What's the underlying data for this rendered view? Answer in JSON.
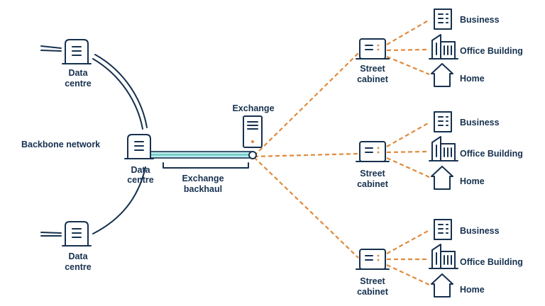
{
  "labels": {
    "backbone": "Backbone network",
    "data_centre_top": [
      "Data",
      "centre"
    ],
    "data_centre_mid": [
      "Data",
      "centre"
    ],
    "data_centre_bottom": [
      "Data",
      "centre"
    ],
    "exchange": "Exchange",
    "exchange_backhaul": [
      "Exchange",
      "backhaul"
    ],
    "cabinets": [
      [
        "Street",
        "cabinet"
      ],
      [
        "Street",
        "cabinet"
      ],
      [
        "Street",
        "cabinet"
      ]
    ],
    "endpoints": [
      [
        "Business",
        "Office Building",
        "Home"
      ],
      [
        "Business",
        "Office Building",
        "Home"
      ],
      [
        "Business",
        "Office Building",
        "Home"
      ]
    ]
  },
  "colors": {
    "navy": "#16314f",
    "orange_dash": "#e08a3c",
    "teal_backhaul": "#7fd3d0"
  },
  "icons": [
    "server-icon",
    "exchange-server-icon",
    "street-cabinet-icon",
    "business-icon",
    "office-building-icon",
    "home-icon"
  ]
}
